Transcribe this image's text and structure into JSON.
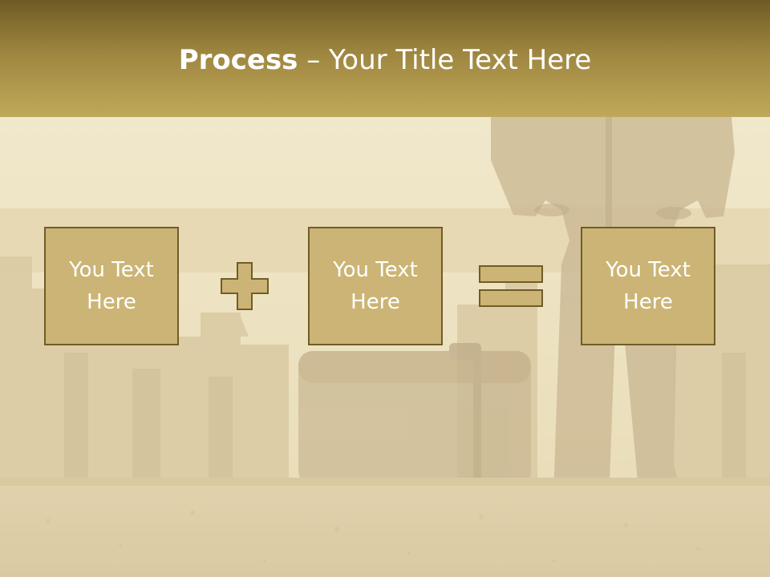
{
  "title": {
    "bold": "Process",
    "rest": " – Your Title Text Here"
  },
  "boxes": [
    {
      "text": "You Text Here"
    },
    {
      "text": "You Text Here"
    },
    {
      "text": "You Text Here"
    }
  ],
  "operators": [
    "plus-icon",
    "equals-icon"
  ],
  "colors": {
    "header_dark": "#6e5a24",
    "header_light": "#c0a85a",
    "box_fill": "#cbb475",
    "box_border": "#6f5c28",
    "text": "#ffffff"
  }
}
